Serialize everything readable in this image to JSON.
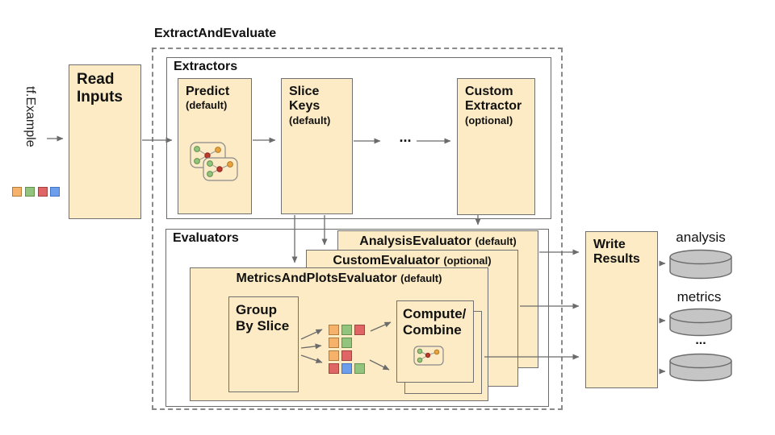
{
  "title": "ExtractAndEvaluate",
  "source": {
    "label": "tf.Example"
  },
  "read_inputs": {
    "title": "Read\nInputs"
  },
  "extractors": {
    "label": "Extractors",
    "predict": {
      "title": "Predict",
      "subtitle": "(default)"
    },
    "slice_keys": {
      "title": "Slice\nKeys",
      "subtitle": "(default)"
    },
    "ellipsis": "...",
    "custom_extractor": {
      "title": "Custom\nExtractor",
      "subtitle": "(optional)"
    }
  },
  "evaluators": {
    "label": "Evaluators",
    "analysis_evaluator": {
      "title": "AnalysisEvaluator",
      "subtitle": "(default)"
    },
    "custom_evaluator": {
      "title": "CustomEvaluator",
      "subtitle": "(optional)"
    },
    "metrics_and_plots_evaluator": {
      "title": "MetricsAndPlotsEvaluator",
      "subtitle": "(default)"
    },
    "group_by_slice": {
      "title": "Group\nBy Slice"
    },
    "compute_combine": {
      "title": "Compute/\nCombine"
    }
  },
  "write_results": {
    "title": "Write\nResults"
  },
  "outputs": {
    "analysis": "analysis",
    "metrics": "metrics",
    "ellipsis": "..."
  },
  "palette": {
    "orange": {
      "fill": "#F6B26B",
      "border": "#B07C3A"
    },
    "green": {
      "fill": "#93C47D",
      "border": "#62904D"
    },
    "red": {
      "fill": "#E06666",
      "border": "#A04242"
    },
    "blue": {
      "fill": "#6D9EEB",
      "border": "#4472C4"
    }
  },
  "colors": {
    "box_fill": "#FCEBC4",
    "box_border": "#707070",
    "cylinder_fill": "#C5C5C5",
    "arrow": "#6B6B6B"
  },
  "slices_grid": [
    [
      "orange",
      "green",
      "red"
    ],
    [
      "orange",
      "green"
    ],
    [
      "orange",
      "red"
    ],
    [
      "red",
      "blue",
      "green"
    ]
  ]
}
